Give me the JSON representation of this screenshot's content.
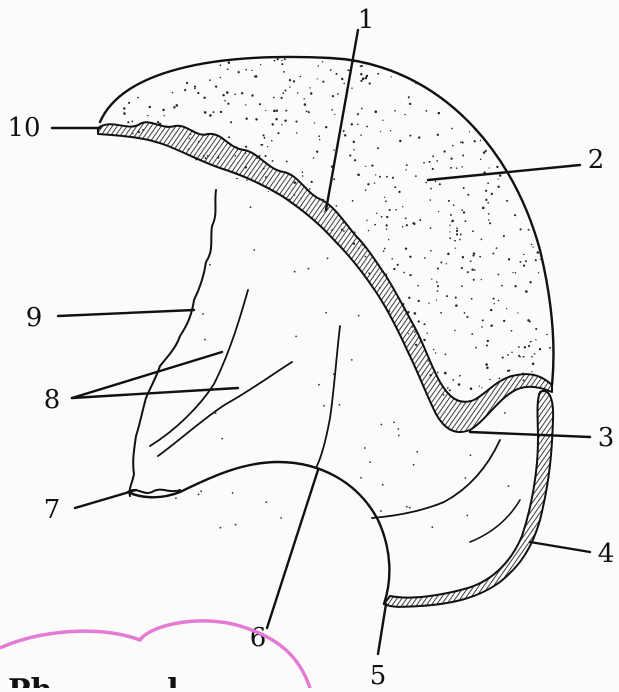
{
  "figure": {
    "labels": [
      {
        "id": "1",
        "text": "1"
      },
      {
        "id": "2",
        "text": "2"
      },
      {
        "id": "3",
        "text": "3"
      },
      {
        "id": "4",
        "text": "4"
      },
      {
        "id": "5",
        "text": "5"
      },
      {
        "id": "6",
        "text": "6"
      },
      {
        "id": "7",
        "text": "7"
      },
      {
        "id": "8",
        "text": "8"
      },
      {
        "id": "9",
        "text": "9"
      },
      {
        "id": "10",
        "text": "10"
      }
    ],
    "caption_fragment": "Ph..... .. ..l.. .....",
    "colors": {
      "ink": "#111111",
      "paper": "#fbfbf9",
      "stipple": "#222222",
      "pink_mark": "#e27ad6"
    }
  }
}
